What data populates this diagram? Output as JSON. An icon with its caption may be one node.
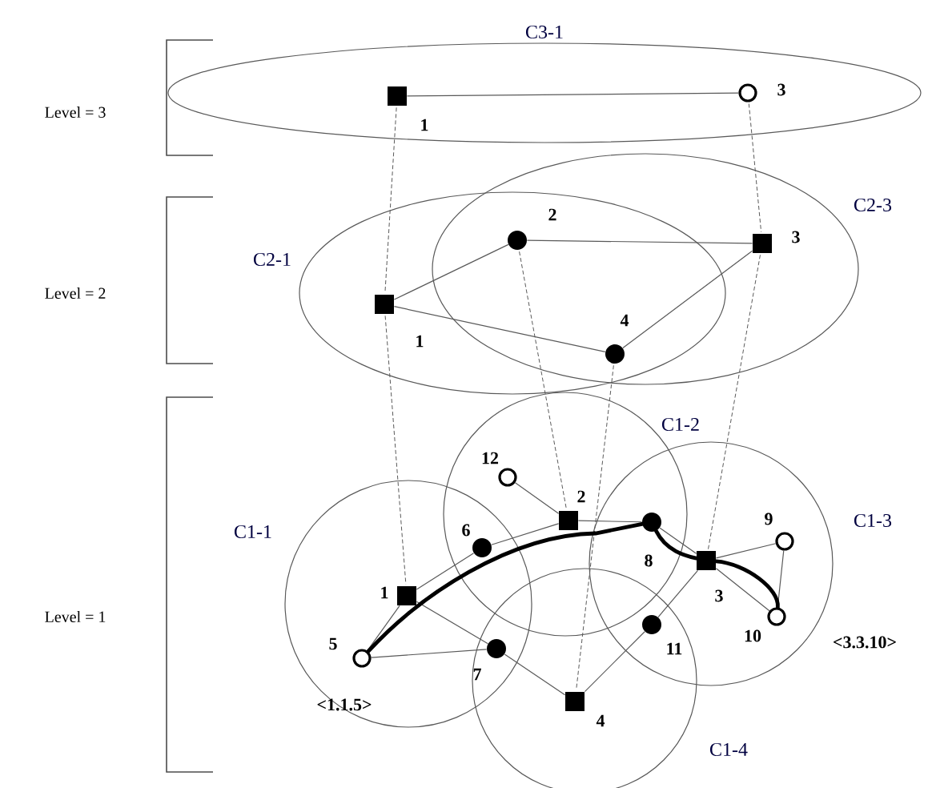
{
  "diagram": {
    "nodes": [
      {
        "text": [
          "C3-1"
        ]
      },
      {
        "text": [
          "1"
        ],
        "in": 0
      },
      {
        "text": [
          "3"
        ],
        "in": 0
      },
      {
        "text": [
          "C2-1"
        ]
      },
      {
        "text": [
          "C2-3"
        ]
      },
      {
        "text": [
          "1"
        ],
        "in": 3
      },
      {
        "text": [
          "2"
        ]
      },
      {
        "text": [
          "3"
        ],
        "in": 4
      },
      {
        "text": [
          "4"
        ]
      },
      {
        "text": [
          "C1-1"
        ]
      },
      {
        "text": [
          "C1-2"
        ]
      },
      {
        "text": [
          "C1-3"
        ]
      },
      {
        "text": [
          "C1-4"
        ]
      },
      {
        "text": [
          "1"
        ],
        "in": 9
      },
      {
        "text": [
          "2"
        ],
        "in": 10
      },
      {
        "text": [
          "3"
        ],
        "in": 11
      },
      {
        "text": [
          "4"
        ],
        "in": 12
      },
      {
        "text": [
          "5"
        ],
        "in": 9
      },
      {
        "text": [
          "6"
        ]
      },
      {
        "text": [
          "7"
        ]
      },
      {
        "text": [
          "8"
        ]
      },
      {
        "text": [
          "9"
        ],
        "in": 11
      },
      {
        "text": [
          "10"
        ],
        "in": 11
      },
      {
        "text": [
          "11"
        ]
      },
      {
        "text": [
          "12"
        ],
        "in": 10
      }
    ],
    "edges": [
      {
        "from": 1,
        "to": 2,
        "arrow": "none"
      },
      {
        "from": 1,
        "to": 5,
        "arrow": "none",
        "style": "dashed"
      },
      {
        "from": 2,
        "to": 7,
        "arrow": "none",
        "style": "dashed"
      },
      {
        "from": 5,
        "to": 6,
        "arrow": "none"
      },
      {
        "from": 5,
        "to": 8,
        "arrow": "none"
      },
      {
        "from": 6,
        "to": 7,
        "arrow": "none"
      },
      {
        "from": 7,
        "to": 8,
        "arrow": "none"
      },
      {
        "from": 5,
        "to": 13,
        "arrow": "none",
        "style": "dashed"
      },
      {
        "from": 6,
        "to": 14,
        "arrow": "none",
        "style": "dashed"
      },
      {
        "from": 7,
        "to": 15,
        "arrow": "none",
        "style": "dashed"
      },
      {
        "from": 8,
        "to": 16,
        "arrow": "none",
        "style": "dashed"
      },
      {
        "from": 13,
        "to": 18,
        "arrow": "none"
      },
      {
        "from": 18,
        "to": 14,
        "arrow": "none"
      },
      {
        "from": 14,
        "to": 24,
        "arrow": "none"
      },
      {
        "from": 14,
        "to": 20,
        "arrow": "none"
      },
      {
        "from": 20,
        "to": 15,
        "arrow": "none"
      },
      {
        "from": 15,
        "to": 21,
        "arrow": "none"
      },
      {
        "from": 21,
        "to": 22,
        "arrow": "none"
      },
      {
        "from": 15,
        "to": 22,
        "arrow": "none"
      },
      {
        "from": 13,
        "to": 17,
        "arrow": "none"
      },
      {
        "from": 17,
        "to": 19,
        "arrow": "none"
      },
      {
        "from": 13,
        "to": 19,
        "arrow": "none"
      },
      {
        "from": 19,
        "to": 16,
        "arrow": "none"
      },
      {
        "from": 16,
        "to": 23,
        "arrow": "none"
      },
      {
        "from": 23,
        "to": 15,
        "arrow": "none"
      },
      {
        "from": 17,
        "to": 20,
        "arrow": "none",
        "style": "thick"
      },
      {
        "from": 20,
        "to": 15,
        "arrow": "none",
        "style": "thick"
      },
      {
        "from": 15,
        "to": 22,
        "arrow": "none",
        "style": "thick"
      }
    ],
    "labels": [
      "Level = 3",
      "Level = 2",
      "Level = 1",
      "<1.1.5>",
      "<3.3.10>"
    ]
  }
}
